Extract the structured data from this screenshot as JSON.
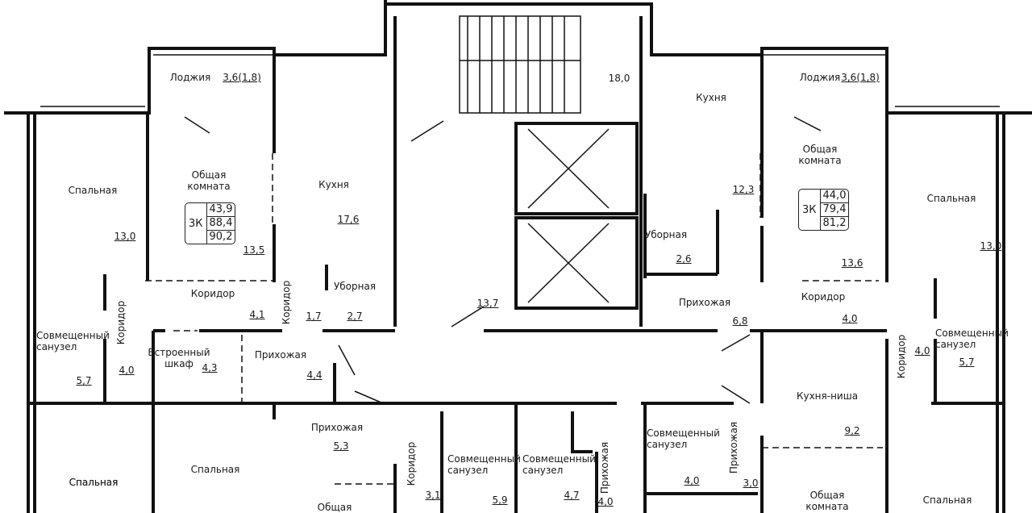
{
  "apartment_left": {
    "type": "3К",
    "living": "43,9",
    "total": "88,4",
    "total_with_loggia": "90,2",
    "rooms": [
      {
        "name": "Лоджия",
        "area": "3,6(1,8)"
      },
      {
        "name": "Спальная",
        "area": "13,0"
      },
      {
        "name": "Общая комната",
        "area": "13,5"
      },
      {
        "name": "Кухня",
        "area": "17,6"
      },
      {
        "name": "Уборная",
        "area": "2,7"
      },
      {
        "name": "Коридор",
        "area": "4,1"
      },
      {
        "name": "Коридор",
        "area": "1,7"
      },
      {
        "name": "Коридор",
        "area": "4,0"
      },
      {
        "name": "Совмещенный санузел",
        "area": "5,7"
      },
      {
        "name": "Встроенный шкаф",
        "area": "4,3"
      },
      {
        "name": "Прихожая",
        "area": "4,4"
      },
      {
        "name": "Спальная"
      }
    ]
  },
  "common": {
    "stair_area": "18,0",
    "hall_area": "13,7"
  },
  "apartment_right": {
    "type": "3К",
    "living": "44,0",
    "total": "79,4",
    "total_with_loggia": "81,2",
    "rooms": [
      {
        "name": "Лоджия",
        "area": "3,6(1,8)"
      },
      {
        "name": "Кухня",
        "area": "12,3"
      },
      {
        "name": "Общая комната",
        "area": "13,6"
      },
      {
        "name": "Спальная",
        "area": "13,0"
      },
      {
        "name": "Уборная",
        "area": "2,6"
      },
      {
        "name": "Прихожая",
        "area": "6,8"
      },
      {
        "name": "Коридор",
        "area": "4,0"
      },
      {
        "name": "Совмещенный санузел",
        "area": "5,7"
      },
      {
        "name": "Коридор",
        "area": "4,0"
      }
    ]
  },
  "bottom": {
    "rooms": [
      {
        "name": "Прихожая",
        "area": "5,3"
      },
      {
        "name": "Спальная"
      },
      {
        "name": "Спальная"
      },
      {
        "name": "Коридор",
        "area": "3,1"
      },
      {
        "name": "Совмещенный санузел",
        "area": "5,9"
      },
      {
        "name": "Совмещенный санузел",
        "area": "4,7"
      },
      {
        "name": "Прихожая",
        "area": "4,0"
      },
      {
        "name": "Совмещенный санузел",
        "area": "4,0"
      },
      {
        "name": "Прихожая",
        "area": "3,0"
      },
      {
        "name": "Кухня-ниша",
        "area": "9,2"
      },
      {
        "name": "Общая комната"
      },
      {
        "name": "Спальная"
      },
      {
        "name": "Общая"
      }
    ]
  }
}
